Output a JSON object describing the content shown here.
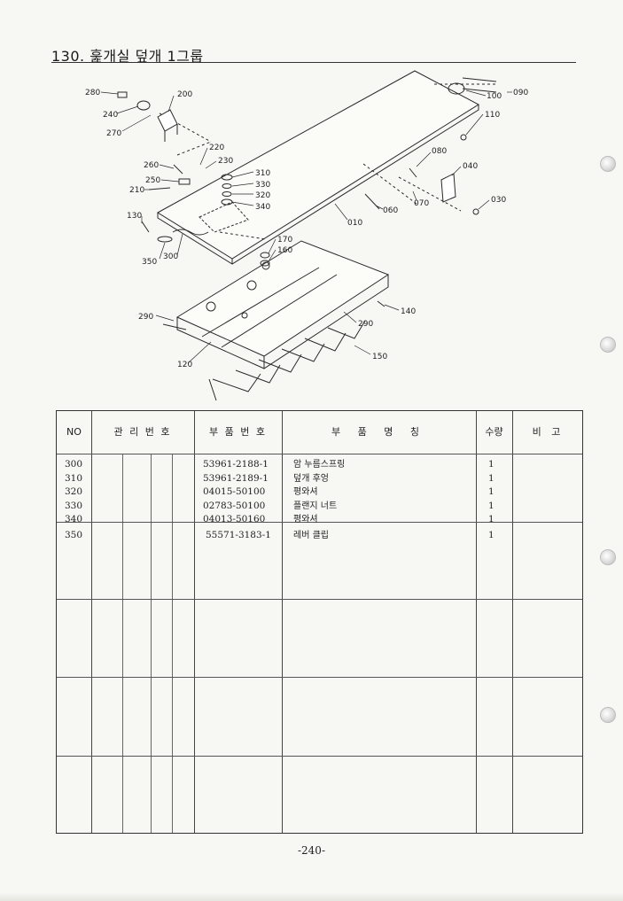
{
  "title": "130. 훑개실 덮개 1그룹",
  "diagram": {
    "labels": [
      "280",
      "240",
      "270",
      "200",
      "220",
      "230",
      "260",
      "250",
      "210",
      "130",
      "350",
      "300",
      "310",
      "330",
      "320",
      "340",
      "010",
      "170",
      "160",
      "100",
      "090",
      "110",
      "080",
      "040",
      "060",
      "070",
      "030",
      "140",
      "290",
      "120",
      "150"
    ]
  },
  "table": {
    "headers": {
      "no": "NO",
      "mgmt": "관 리 번 호",
      "part_no": "부 품 번 호",
      "part_name": "부 품 명 칭",
      "qty": "수량",
      "remark": "비 고"
    },
    "group1": {
      "nos": [
        "300",
        "310",
        "320",
        "330",
        "340"
      ],
      "part_numbers": [
        "53961-2188-1",
        "53961-2189-1",
        "04015-50100",
        "02783-50100",
        "04013-50160"
      ],
      "names": [
        "암 누름스프링",
        "덮개 후엉",
        "평와셔",
        "플랜지 너트",
        "평와셔"
      ],
      "qtys": [
        "1",
        "1",
        "1",
        "1",
        "1"
      ]
    },
    "group2": {
      "nos": [
        "350"
      ],
      "part_numbers": [
        "55571-3183-1"
      ],
      "names": [
        "레버 클립"
      ],
      "qtys": [
        "1"
      ]
    }
  },
  "page_number": "-240-"
}
